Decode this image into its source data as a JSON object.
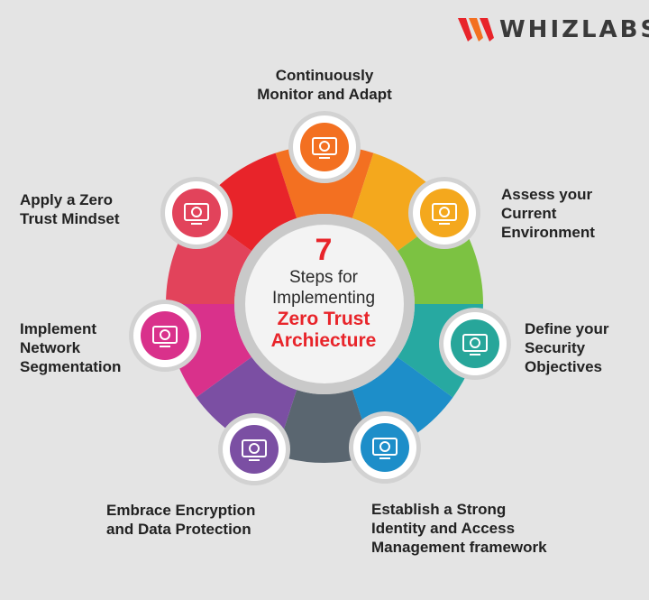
{
  "brand": {
    "name": "WHIZLABS",
    "logo_icon": "whizlabs-w-logo",
    "accent": "#e8242a"
  },
  "center": {
    "number": "7",
    "line1": "Steps for",
    "line2": "Implementing",
    "highlight1": "Zero Trust",
    "highlight2": "Archiecture"
  },
  "steps": [
    {
      "lines": [
        "Continuously",
        "Monitor and Adapt"
      ],
      "icon": "monitor-search-icon",
      "color": "#f37021"
    },
    {
      "lines": [
        "Assess your",
        "Current",
        "Environment"
      ],
      "icon": "lock-user-icon",
      "color": "#f4a81d"
    },
    {
      "lines": [
        "Define your",
        "Security",
        "Objectives"
      ],
      "icon": "target-monitor-icon",
      "color": "#27a69a"
    },
    {
      "lines": [
        "Establish a Strong",
        "Identity and Access",
        "Management framework"
      ],
      "icon": "id-card-network-icon",
      "color": "#1d8ec9"
    },
    {
      "lines": [
        "Embrace Encryption",
        "and Data Protection"
      ],
      "icon": "encrypted-document-icon",
      "color": "#7b4fa3"
    },
    {
      "lines": [
        "Implement",
        "Network",
        "Segmentation"
      ],
      "icon": "network-segment-icon",
      "color": "#d9318b"
    },
    {
      "lines": [
        "Apply a Zero",
        "Trust Mindset"
      ],
      "icon": "brain-head-icon",
      "color": "#e2435b"
    }
  ],
  "segment_colors": [
    "#f37021",
    "#f4a81d",
    "#7cc242",
    "#27a9a1",
    "#1d8ec9",
    "#5a6670",
    "#7b4fa3",
    "#d9318b",
    "#e2435b",
    "#e8242a"
  ]
}
